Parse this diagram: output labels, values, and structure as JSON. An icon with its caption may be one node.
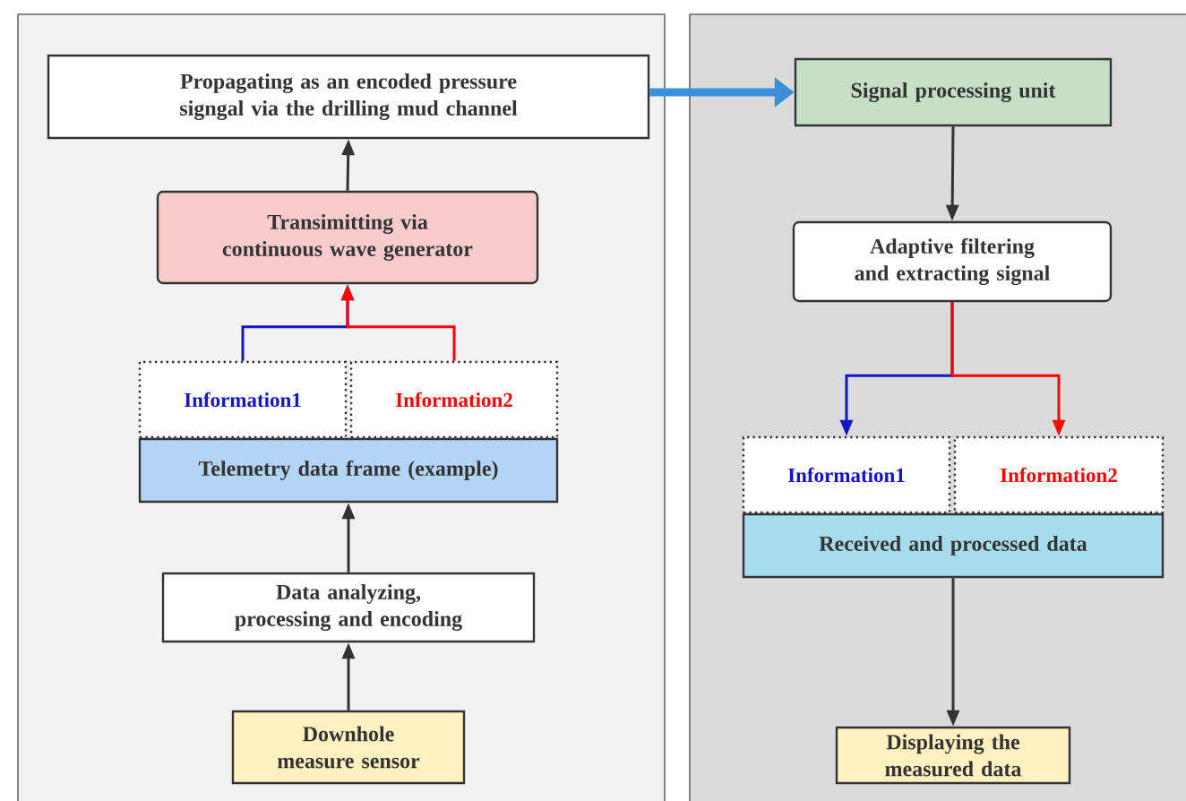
{
  "diagram": {
    "nodes": [
      {
        "text": [
          "Propagating as an encoded pressure signgal via the drilling mud channel"
        ]
      },
      {
        "text": [
          "Transimitting via continuous wave generator"
        ]
      },
      {
        "text": [
          "Information1"
        ]
      },
      {
        "text": [
          "Information2"
        ]
      },
      {
        "text": [
          "Telemetry data frame (example)"
        ]
      },
      {
        "text": [
          "Data analyzing, processing and encoding"
        ]
      },
      {
        "text": [
          "Downhole measure sensor"
        ]
      },
      {
        "text": [
          "Signal processing unit"
        ]
      },
      {
        "text": [
          "Adaptive filtering and extracting signal"
        ]
      },
      {
        "text": [
          "Information1"
        ]
      },
      {
        "text": [
          "Information2"
        ]
      },
      {
        "text": [
          "Received and processed data"
        ]
      },
      {
        "text": [
          "Displaying the measured data"
        ]
      }
    ],
    "edges": [
      {
        "from": 6,
        "to": 5,
        "arrow": "to"
      },
      {
        "from": 5,
        "to": 4,
        "arrow": "to"
      },
      {
        "from": 2,
        "to": 1,
        "arrow": "to",
        "color": "#1414c8"
      },
      {
        "from": 3,
        "to": 1,
        "arrow": "to",
        "color": "#ff0000"
      },
      {
        "from": 1,
        "to": 0,
        "arrow": "to"
      },
      {
        "from": 0,
        "to": 7,
        "arrow": "to",
        "style": "thick",
        "color": "#3c8fd8"
      },
      {
        "from": 7,
        "to": 8,
        "arrow": "to"
      },
      {
        "from": 8,
        "to": 9,
        "arrow": "to",
        "color": "#1414c8"
      },
      {
        "from": 8,
        "to": 10,
        "arrow": "to",
        "color": "#ff0000"
      },
      {
        "from": 11,
        "to": 12,
        "arrow": "to"
      }
    ]
  }
}
